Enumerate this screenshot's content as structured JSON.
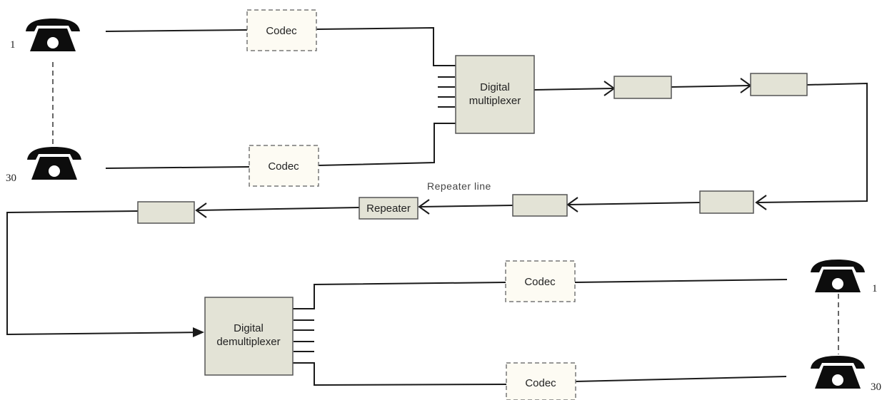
{
  "colors": {
    "line": "#1a1a1a",
    "box_fill": "#e3e3d6",
    "box_stroke": "#555555",
    "codec_fill": "#fdfbf3",
    "codec_stroke": "#777777",
    "phone": "#0d0d0d"
  },
  "top_terminal": {
    "phone_first_label": "1",
    "phone_last_label": "30",
    "codec_top_label": "Codec",
    "codec_bottom_label": "Codec",
    "mux_line1": "Digital",
    "mux_line2": "multiplexer"
  },
  "repeater_line": {
    "label": "Repeater line",
    "repeater_label": "Repeater"
  },
  "bottom_terminal": {
    "demux_line1": "Digital",
    "demux_line2": "demultiplexer",
    "codec_top_label": "Codec",
    "codec_bottom_label": "Codec",
    "phone_first_label": "1",
    "phone_last_label": "30"
  },
  "icons": [
    "telephone-icon",
    "arrowhead-icon"
  ]
}
